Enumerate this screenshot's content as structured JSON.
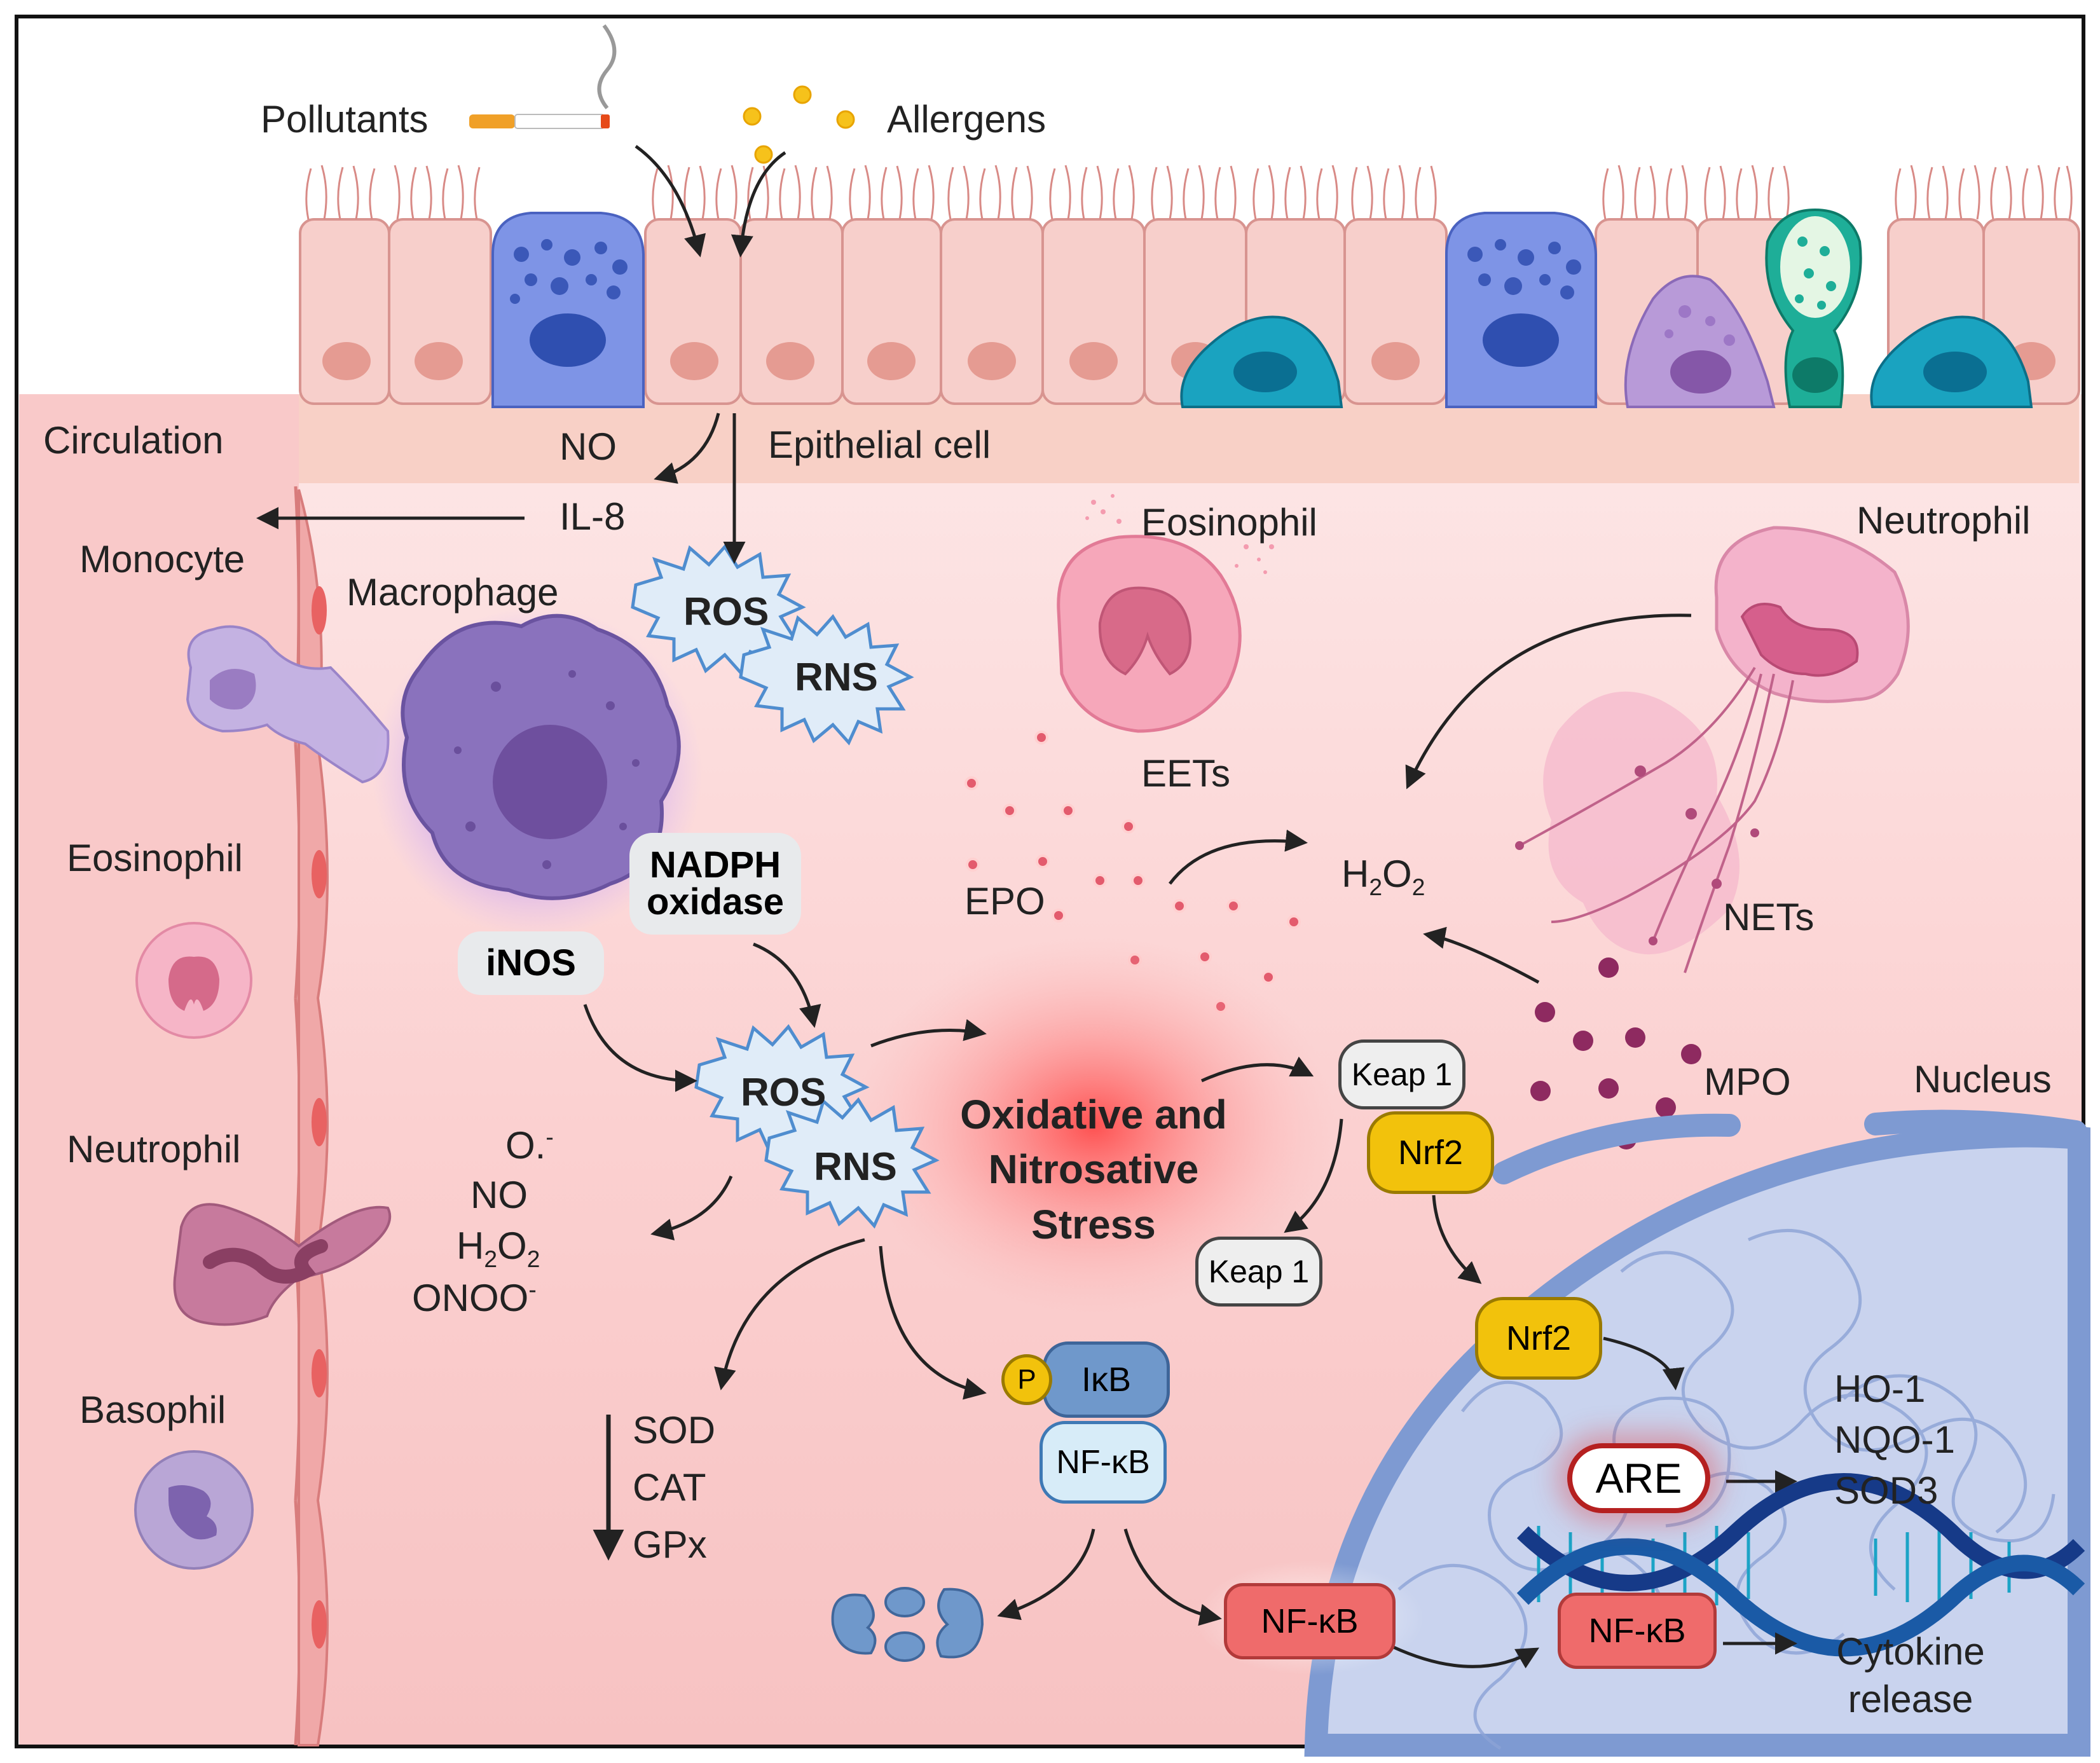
{
  "labels": {
    "pollutants": "Pollutants",
    "allergens": "Allergens",
    "circulation": "Circulation",
    "no_top": "NO",
    "epithelial_cell": "Epithelial cell",
    "il8": "IL-8",
    "monocyte": "Monocyte",
    "macrophage": "Macrophage",
    "eosinophil_tissue": "Eosinophil",
    "eosinophil_circ": "Eosinophil",
    "neutrophil_tissue": "Neutrophil",
    "neutrophil_circ": "Neutrophil",
    "basophil": "Basophil",
    "eets": "EETs",
    "epo": "EPO",
    "nets": "NETs",
    "mpo": "MPO",
    "nucleus": "Nucleus",
    "h2o2_main": "H2O2",
    "nadph_line1": "NADPH",
    "nadph_line2": "oxidase",
    "inos": "iNOS",
    "stress_line1": "Oxidative and",
    "stress_line2": "Nitrosative",
    "stress_line3": "Stress",
    "species": {
      "o": "O.",
      "no": "NO",
      "h2o2": "H2O2",
      "onoo": "ONOO"
    },
    "antioxidants": [
      "SOD",
      "CAT",
      "GPx"
    ],
    "targets": [
      "HO-1",
      "NQO-1",
      "SOD3"
    ],
    "cytokine_line1": "Cytokine",
    "cytokine_line2": "release"
  },
  "bursts": {
    "ros_top": "ROS",
    "rns_top": "RNS",
    "ros_mid": "ROS",
    "rns_mid": "RNS"
  },
  "pills": {
    "keap1_a": "Keap 1",
    "keap1_b": "Keap 1",
    "nrf2_a": "Nrf2",
    "nrf2_b": "Nrf2",
    "p": "P",
    "ikb": "IκB",
    "nfkb_complex": "NF-κB",
    "nfkb_free": "NF-κB",
    "nfkb_nucleus": "NF-κB",
    "are": "ARE"
  },
  "colors": {
    "tissue": "#fbd5d5",
    "tissue_light": "#fde6e6",
    "epithelium": "#f5c9c3",
    "circulation_band": "#f9cece",
    "nucleus_fill": "#c9d3ee",
    "nucleus_rim": "#7e9ad2",
    "nrf2": "#f2c20c",
    "nfkb_red": "#ef6b6b",
    "ikb_blue": "#6f98cb",
    "stress_red": "#e41b1b",
    "macrophage": "#8670b8",
    "mpo": "#8e2a60"
  }
}
